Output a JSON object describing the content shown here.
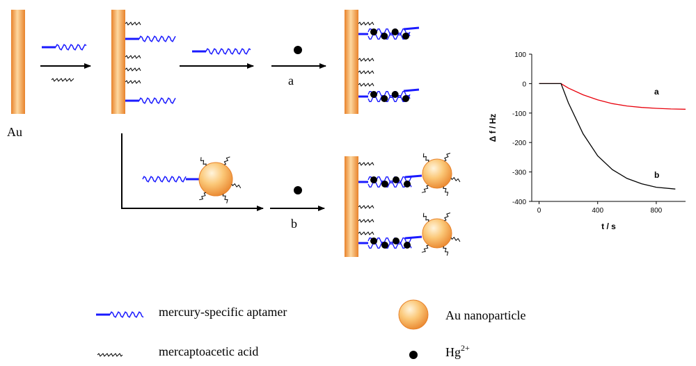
{
  "diagram": {
    "electrode_label": "Au",
    "step_a_label": "a",
    "step_b_label": "b"
  },
  "legend": {
    "aptamer": "mercury-specific aptamer",
    "mercaptoacetic": "mercaptoacetic acid",
    "nanoparticle": "Au nanoparticle",
    "mercury_ion_base": "Hg",
    "mercury_ion_charge": "2+"
  },
  "colors": {
    "gold_dark": "#e8822a",
    "gold_light": "#fdd8a0",
    "aptamer_blue": "#1a1aff",
    "linker_black": "#000000",
    "curve_a": "#e8000b",
    "curve_b": "#000000"
  },
  "chart_data": {
    "type": "line",
    "xlabel": "t / s",
    "ylabel": "Δ f / Hz",
    "xlim": [
      -50,
      1000
    ],
    "ylim": [
      -400,
      100
    ],
    "x_ticks": [
      0,
      400,
      800
    ],
    "y_ticks": [
      100,
      0,
      -100,
      -200,
      -300,
      -400
    ],
    "grid": false,
    "series": [
      {
        "name": "a",
        "color": "#e8000b",
        "x": [
          0,
          100,
          150,
          200,
          300,
          400,
          500,
          600,
          700,
          800,
          900,
          1000
        ],
        "y": [
          0,
          0,
          0,
          -15,
          -38,
          -55,
          -68,
          -76,
          -81,
          -84,
          -86,
          -87
        ]
      },
      {
        "name": "b",
        "color": "#000000",
        "x": [
          0,
          100,
          150,
          200,
          300,
          400,
          500,
          600,
          700,
          800,
          930
        ],
        "y": [
          0,
          0,
          0,
          -65,
          -170,
          -245,
          -292,
          -322,
          -340,
          -352,
          -358
        ]
      }
    ]
  }
}
